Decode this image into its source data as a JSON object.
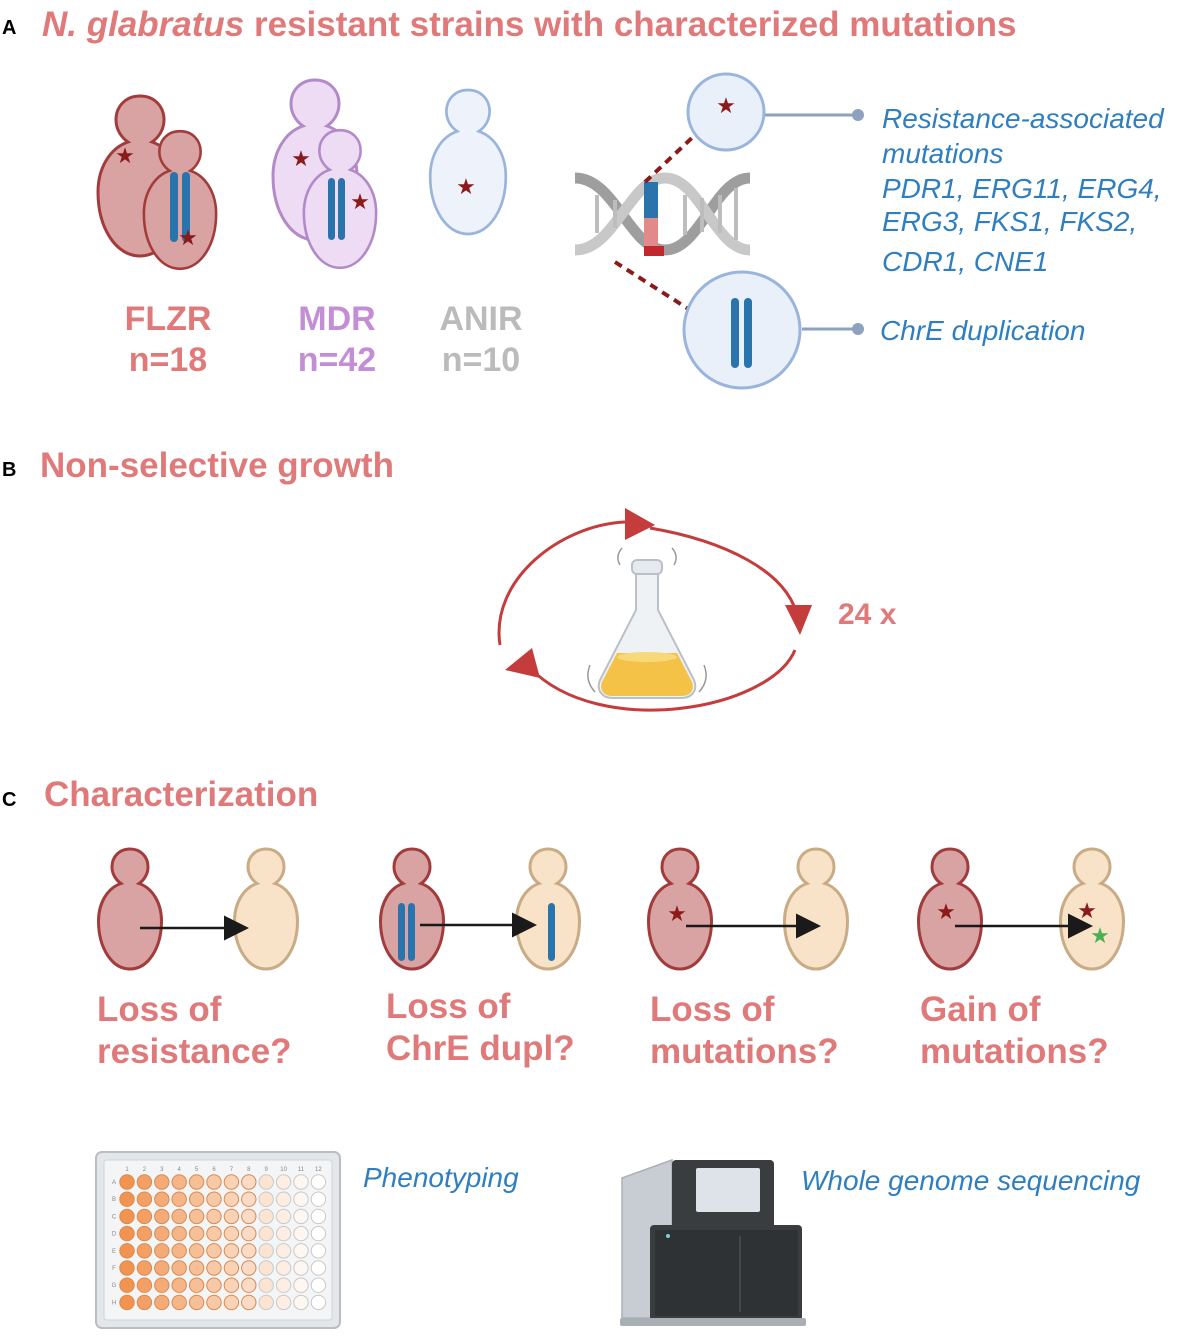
{
  "panel_a": {
    "letter": "A",
    "title_italic": "N. glabratus",
    "title_rest": " resistant strains with characterized mutations",
    "strains": [
      {
        "name": "FLZR",
        "count": "n=18",
        "color": "#e07a7a"
      },
      {
        "name": "MDR",
        "count": "n=42",
        "color": "#c48ed6"
      },
      {
        "name": "ANIR",
        "count": "n=10",
        "color": "#bbbbbb"
      }
    ],
    "mutations_label": [
      "Resistance-associated",
      "mutations",
      "PDR1, ERG11, ERG4,",
      "ERG3, FKS1, FKS2,",
      "CDR1, CNE1"
    ],
    "duplication_label": "ChrE duplication"
  },
  "panel_b": {
    "letter": "B",
    "title": "Non-selective growth",
    "cycles": "24 x"
  },
  "panel_c": {
    "letter": "C",
    "title": "Characterization",
    "questions": [
      [
        "Loss of",
        "resistance?"
      ],
      [
        "Loss of",
        "ChrE dupl?"
      ],
      [
        "Loss of",
        "mutations?"
      ],
      [
        "Gain of",
        "mutations?"
      ]
    ],
    "phenotyping": "Phenotyping",
    "sequencing": "Whole genome sequencing",
    "plate": {
      "columns": [
        "1",
        "2",
        "3",
        "4",
        "5",
        "6",
        "7",
        "8",
        "9",
        "10",
        "11",
        "12"
      ],
      "rows": [
        "A",
        "B",
        "C",
        "D",
        "E",
        "F",
        "G",
        "H"
      ]
    }
  },
  "colors": {
    "title_red": "#e07a7a",
    "star": "#8b1a1a",
    "chromosome": "#2a74ad",
    "cell_red_fill": "#d9a3a3",
    "cell_red_stroke": "#a23c3c",
    "cell_purple_fill": "#eddcf3",
    "cell_purple_stroke": "#b28ac8",
    "cell_blue_fill": "#eef3fb",
    "cell_blue_stroke": "#9ab4dc",
    "cell_beige_fill": "#f8e3c8",
    "cell_beige_stroke": "#c9ab86",
    "green_star": "#4caf50"
  }
}
